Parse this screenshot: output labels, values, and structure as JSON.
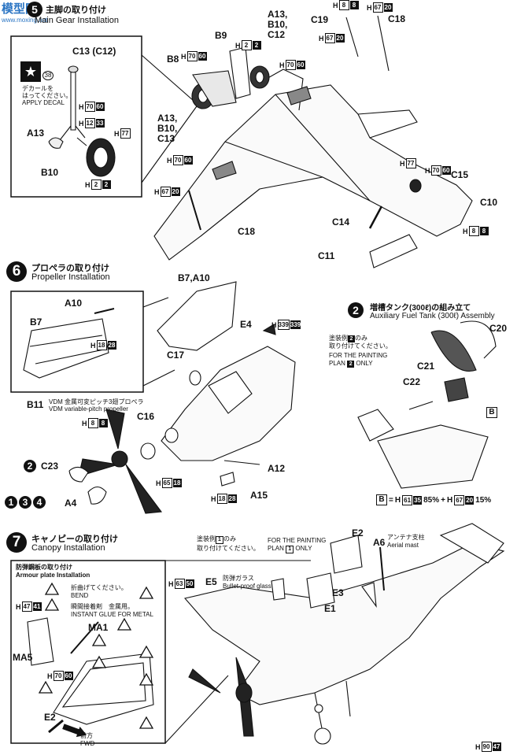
{
  "watermark": {
    "line1": "模型网",
    "line2": "www.moxing.net"
  },
  "step5": {
    "number": "5",
    "title_jp": "主脚の取り付け",
    "title_en": "Main Gear Installation"
  },
  "step5_parts": {
    "c13c12": "C13 (C12)",
    "decal_no": "38",
    "decal_jp1": "デカールを",
    "decal_jp2": "はってください。",
    "decal_en": "APPLY DECAL",
    "a13": "A13",
    "b10": "B10",
    "b8": "B8",
    "b9": "B9",
    "a13_b10_c12": "A13,\nB10,\nC12",
    "a13_b10_c13": "A13,\nB10,\nC13",
    "c19": "C19",
    "c18_top": "C18",
    "c18_bot": "C18",
    "c15": "C15",
    "c10": "C10",
    "c14": "C14",
    "c11": "C11"
  },
  "step6": {
    "number": "6",
    "title_jp": "プロペラの取り付け",
    "title_en": "Propeller Installation"
  },
  "step6_parts": {
    "a10": "A10",
    "b7": "B7",
    "b7a10": "B7,A10",
    "c17": "C17",
    "e4": "E4",
    "b11": "B11",
    "b11_jp": "VDM 金属可変ピッチ3翅プロペラ",
    "b11_en": "VDM variable-pitch propeller",
    "c16": "C16",
    "c23": "C23",
    "a4": "A4",
    "a12": "A12",
    "a15": "A15"
  },
  "aux": {
    "number": "2",
    "title_jp": "増槽タンク(300ℓ)の組み立て",
    "title_en": "Auxiliary Fuel Tank (300ℓ) Assembly",
    "note_jp1": "塗装例",
    "note_jp2": "のみ",
    "note_jp3": "取り付けてください。",
    "note_en1": "FOR THE PAINTING",
    "note_en2": "PLAN",
    "note_en3": "ONLY",
    "c20": "C20",
    "c21": "C21",
    "c22": "C22",
    "b": "B",
    "mix_b": "B",
    "mix_eq": "=",
    "mix_h1": "H",
    "mix_c1": "61",
    "mix_c2": "35",
    "mix_p1": "85%",
    "mix_plus": "+",
    "mix_h2": "H",
    "mix_c3": "67",
    "mix_c4": "20",
    "mix_p2": "15%"
  },
  "plans": {
    "p1": "1",
    "p2": "2",
    "p3": "3",
    "p4": "4"
  },
  "step7": {
    "number": "7",
    "title_jp": "キャノピーの取り付け",
    "title_en": "Canopy Installation"
  },
  "armour": {
    "title_jp": "防弾鋼板の取り付け",
    "title_en": "Armour plate Installation",
    "bend_jp": "折曲げてください。",
    "bend_en": "BEND",
    "glue_jp": "瞬間接着剤　金属用。",
    "glue_en": "INSTANT GLUE FOR METAL",
    "ma1": "MA1",
    "ma5": "MA5",
    "e2": "E2",
    "fwd_jp": "前方",
    "fwd_en": "FWD"
  },
  "step7_parts": {
    "note_jp": "塗装例",
    "note_jp2": "のみ",
    "note_jp3": "取り付けてください。",
    "note_en1": "FOR THE PAINTING",
    "note_en2": "PLAN",
    "note_en3": "ONLY",
    "note_plan": "1",
    "e2": "E2",
    "a6": "A6",
    "a6_jp": "アンテナ支柱",
    "a6_en": "Aerial mast",
    "e5": "E5",
    "e5_jp": "防弾ガラス",
    "e5_en": "Bullet-proof glass",
    "e3": "E3",
    "e1": "E1"
  },
  "paints": {
    "h8_top": [
      "H",
      "8",
      "8"
    ],
    "h67_top": [
      "H",
      "67",
      "20"
    ],
    "h2_top": [
      "H",
      "2",
      "2"
    ],
    "h70_top": [
      "H",
      "70",
      "60"
    ],
    "h67_b": [
      "H",
      "67",
      "20"
    ],
    "h70_b8": [
      "H",
      "70",
      "60"
    ],
    "h70_box": [
      "H",
      "70",
      "60"
    ],
    "h12_box": [
      "H",
      "12",
      "33"
    ],
    "h77_box": [
      "H",
      "77"
    ],
    "h2_box": [
      "H",
      "2",
      "2"
    ],
    "h70_mid": [
      "H",
      "70",
      "60"
    ],
    "h67_mid": [
      "H",
      "67",
      "20"
    ],
    "h77_r": [
      "H",
      "77"
    ],
    "h70_r": [
      "H",
      "70",
      "60"
    ],
    "h8_r": [
      "H",
      "8",
      "8"
    ],
    "h18_box6": [
      "H",
      "18",
      "28"
    ],
    "h339": [
      "H",
      "339",
      "339"
    ],
    "h8_prop": [
      "H",
      "8",
      "8"
    ],
    "h65": [
      "H",
      "65",
      "18"
    ],
    "h18_a15": [
      "H",
      "18",
      "28"
    ],
    "h63": [
      "H",
      "63",
      "50"
    ],
    "h47": [
      "H",
      "47",
      "41"
    ],
    "h70_ma": [
      "H",
      "70",
      "60"
    ],
    "h90": [
      "H",
      "90",
      "47"
    ]
  }
}
